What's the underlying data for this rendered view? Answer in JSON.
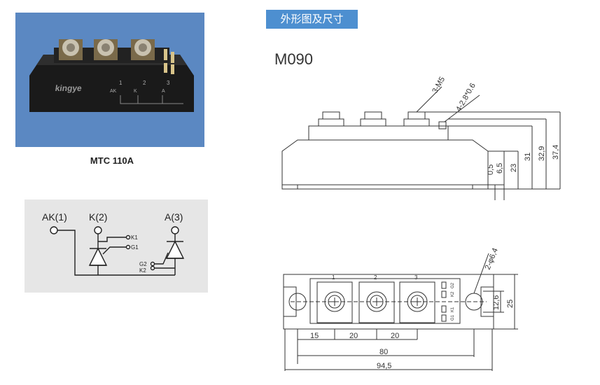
{
  "product": {
    "caption": "MTC 110A",
    "brand": "kingye",
    "body_labels": {
      "t1": "1",
      "t2": "2",
      "t3": "3",
      "ak": "AK",
      "k": "K",
      "a": "A"
    }
  },
  "section": {
    "title": "外形图及尺寸",
    "model": "M090"
  },
  "schematic": {
    "terminals": {
      "ak": "AK(1)",
      "k": "K(2)",
      "a": "A(3)"
    },
    "gate_pins": {
      "k1": "K1",
      "g1": "G1",
      "g2": "G2",
      "k2": "K2"
    }
  },
  "side_view": {
    "callouts": {
      "bolt": "3-M5",
      "tab": "4-2.8*0.6"
    },
    "dims": [
      "0,5",
      "6,5",
      "23",
      "31",
      "32,9",
      "37,4"
    ]
  },
  "top_view": {
    "terminal_numbers": [
      "1",
      "2",
      "3"
    ],
    "pin_labels": [
      "G2",
      "K2",
      "K1",
      "G1"
    ],
    "hole_callout": "2-φ6,4",
    "dims": {
      "pitch_a": "15",
      "pitch_b": "20",
      "pitch_c": "20",
      "hole_span": "80",
      "length": "94,5",
      "hole_y": "12,6",
      "width": "25"
    }
  },
  "colors": {
    "tab_bg": "#4d8fd0",
    "photo_bg": "#5b88c2",
    "panel_bg": "#e6e6e6"
  }
}
